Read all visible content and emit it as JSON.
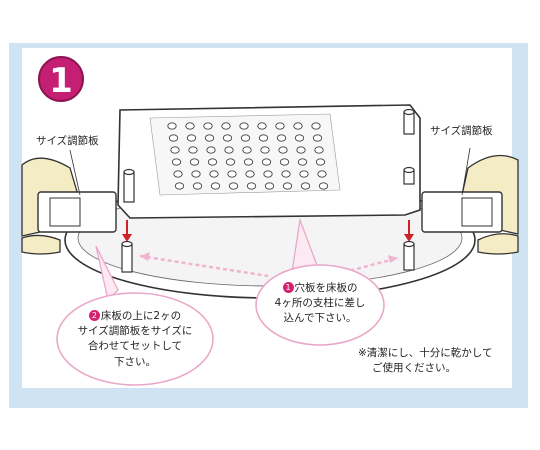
{
  "step": {
    "number": "1"
  },
  "labels": {
    "left_plate": "サイズ調節板",
    "right_plate": "サイズ調節板"
  },
  "bubble_left": {
    "badge": "2",
    "lines": [
      "床板の上に2ヶの",
      "サイズ調節板をサイズに",
      "合わせてセットして",
      "下さい。"
    ]
  },
  "bubble_right": {
    "badge": "1",
    "lines": [
      "穴板を床板の",
      "4ヶ所の支柱に差し",
      "込んで下さい。"
    ]
  },
  "note": {
    "lines": [
      "※清潔にし、十分に乾かして",
      "ご使用ください。"
    ]
  },
  "colors": {
    "frame": "#cfe3f2",
    "accent_pink": "#c41f72",
    "bubble_border": "#e9a8c9",
    "arrow_red": "#d0202a",
    "hand_fill": "#f3ecc4"
  }
}
